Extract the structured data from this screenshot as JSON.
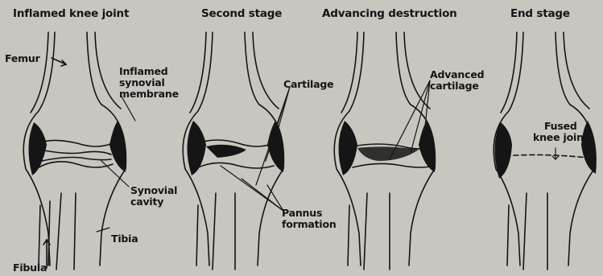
{
  "stages": [
    {
      "title": "Inflamed knee joint"
    },
    {
      "title": "Second stage"
    },
    {
      "title": "Advancing destruction"
    },
    {
      "title": "End stage"
    }
  ],
  "labels": {
    "femur": "Femur",
    "inflamed_synovial_membrane": [
      "Inflamed",
      "synovial",
      "membrane"
    ],
    "synovial_cavity": [
      "Synovial",
      "cavity"
    ],
    "tibia": "Tibia",
    "fibula": "Fibula",
    "cartilage": "Cartilage",
    "pannus_formation": [
      "Pannus",
      "formation"
    ],
    "advanced_cartilage": [
      "Advanced",
      "cartilage"
    ],
    "fused_knee_joint": [
      "Fused",
      "knee joint"
    ]
  },
  "colors": {
    "background": "#c9c6c0",
    "ink": "#151515"
  }
}
